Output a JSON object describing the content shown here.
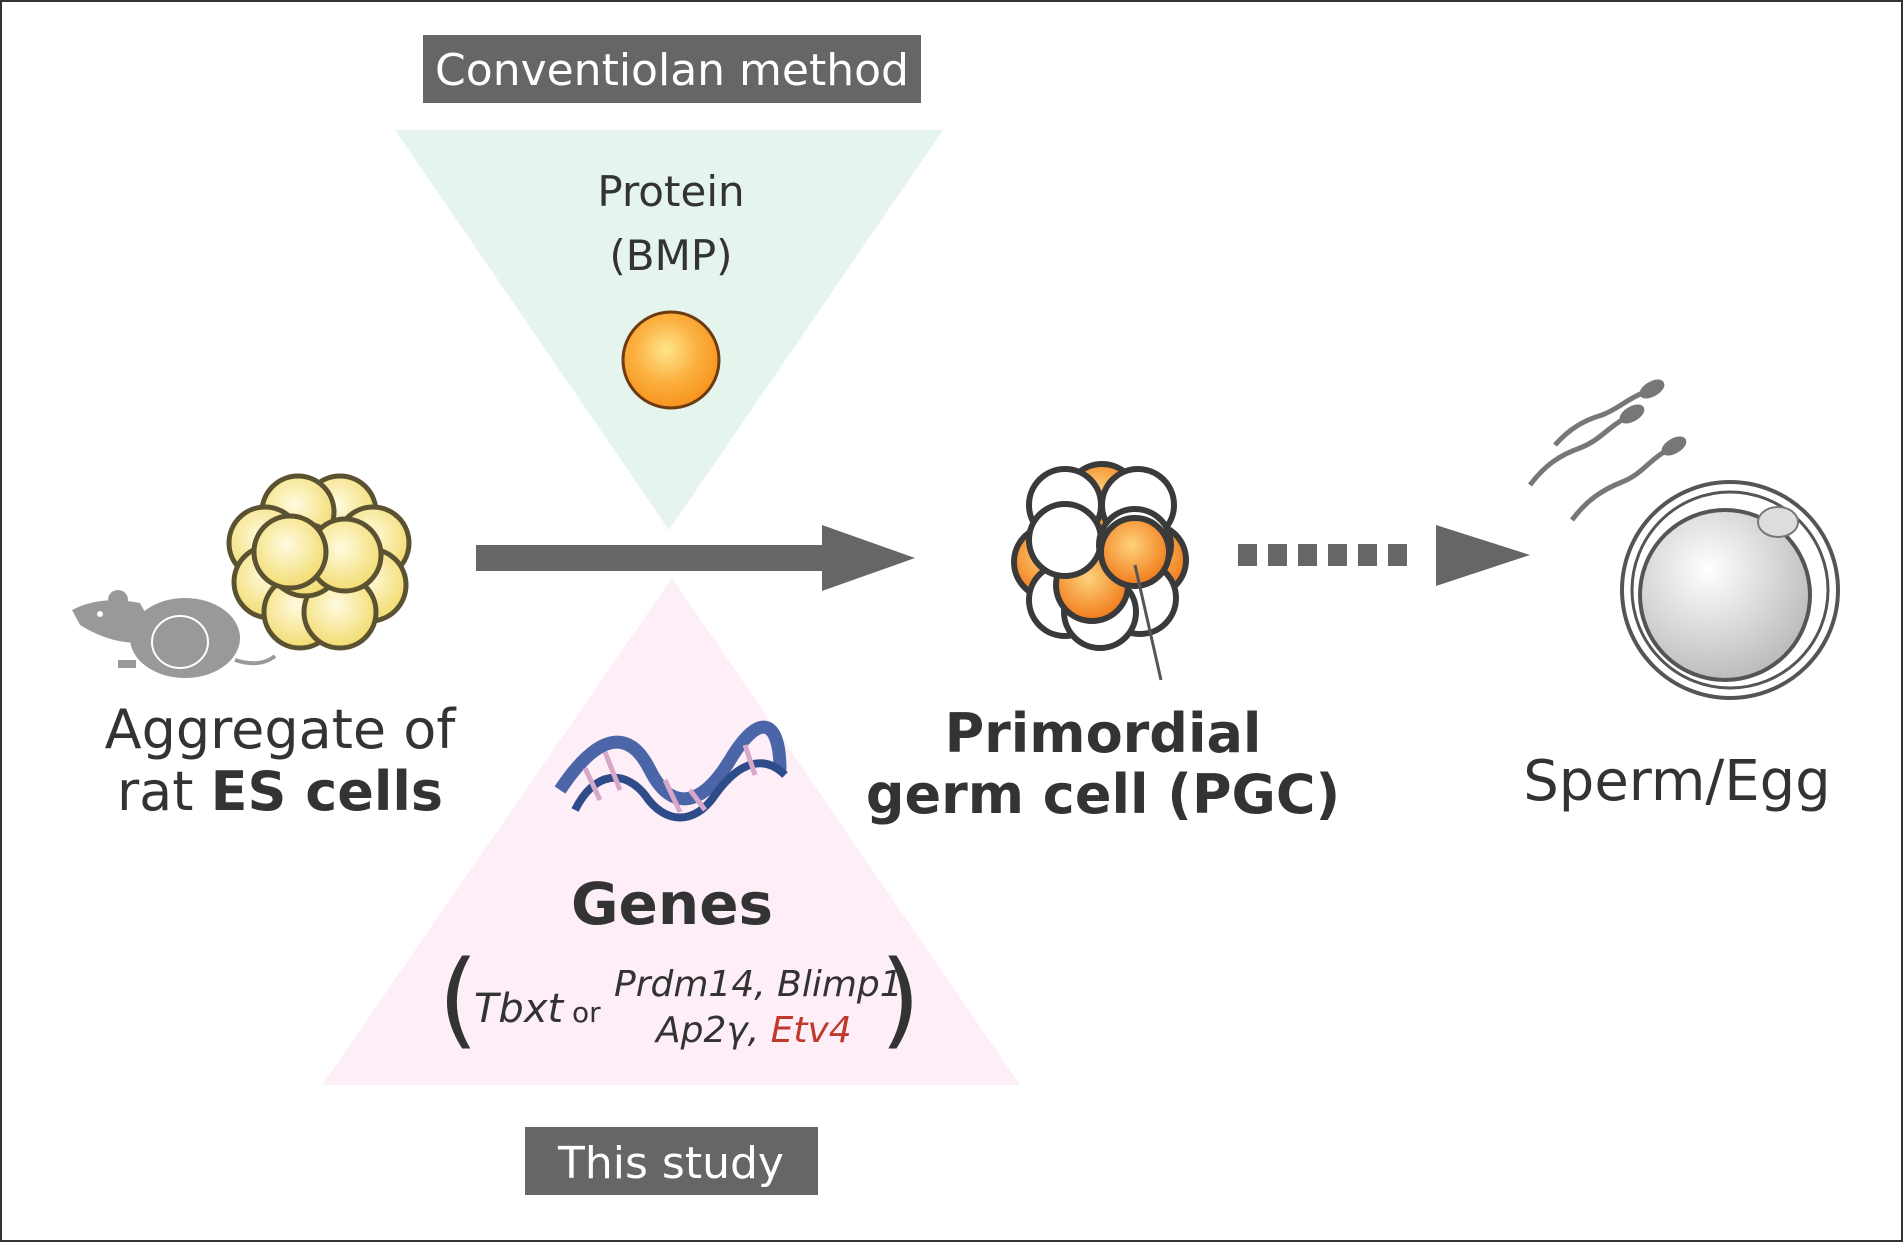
{
  "top_box": {
    "label": "Conventiolan method",
    "bg": "#666666"
  },
  "bottom_box": {
    "label": "This study",
    "bg": "#666666"
  },
  "protein": {
    "line1": "Protein",
    "line2": "(BMP)",
    "triangle_color": "#e6f4ee"
  },
  "genes": {
    "title": "Genes",
    "gene_a": "Tbxt",
    "or": "or",
    "line1": "Prdm14, Blimp1",
    "line2_prefix": "Ap2γ, ",
    "line2_highlight": "Etv4",
    "highlight_color": "#c0392b",
    "triangle_color": "#fdeef8"
  },
  "es_cells": {
    "line1": "Aggregate of",
    "line2_prefix": "rat ",
    "line2_bold": "ES cells"
  },
  "pgc": {
    "line1": "Primordial",
    "line2": "germ cell (PGC)"
  },
  "sperm_egg": {
    "label": "Sperm/Egg"
  },
  "colors": {
    "arrow": "#666666",
    "orange": "#f7941d",
    "yellow": "#f5e27a"
  },
  "icons": [
    "rat-icon",
    "es-cell-cluster-icon",
    "bmp-protein-icon",
    "dna-icon",
    "pgc-cluster-icon",
    "sperm-icon",
    "egg-icon"
  ]
}
